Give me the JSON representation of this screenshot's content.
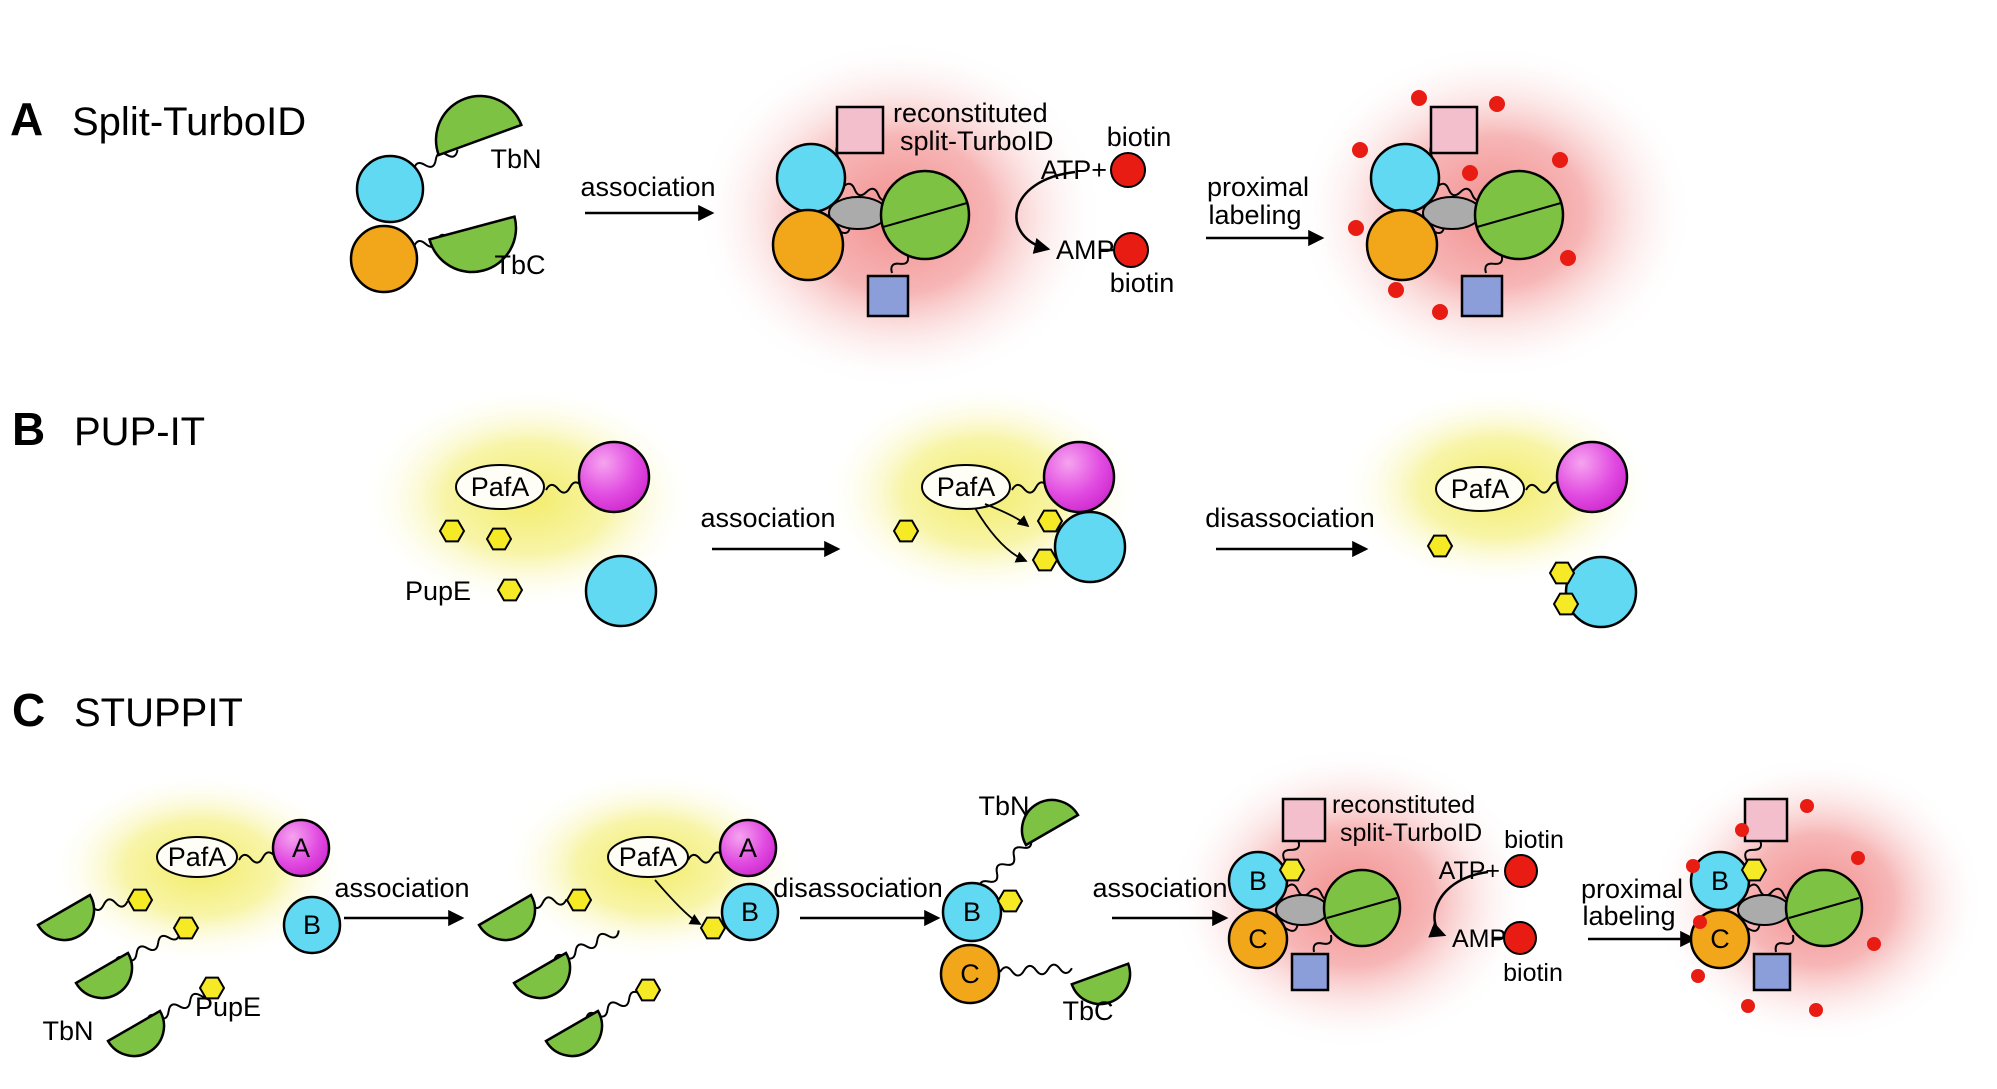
{
  "figure": {
    "panels": [
      {
        "letter": "A",
        "title": "Split-TurboID"
      },
      {
        "letter": "B",
        "title": "PUP-IT"
      },
      {
        "letter": "C",
        "title": "STUPPIT"
      }
    ]
  },
  "labels": {
    "tbn": "TbN",
    "tbc": "TbC",
    "pafa": "PafA",
    "pupe": "PupE",
    "association": "association",
    "disassociation": "disassociation",
    "reconstituted1": "reconstituted",
    "reconstituted2": "split-TurboID",
    "atp": "ATP+",
    "amp": "AMP",
    "biotin": "biotin",
    "proximal1": "proximal",
    "proximal2": "labeling"
  },
  "proteins": {
    "a": "A",
    "b": "B",
    "c": "C"
  },
  "colors": {
    "cyan": "#62d9f2",
    "orange": "#f2a71b",
    "green": "#7dc242",
    "magenta": "#e14be1",
    "magenta_light": "#f6a3ef",
    "yellow_hexagon": "#f6e926",
    "red_biotin": "#e81c13",
    "pink_square": "#f3bfcd",
    "blue_square": "#8b9ed9",
    "gray_ellipse": "#ababab",
    "red_glow": "#f07a7a",
    "yellow_glow": "#f2ec62",
    "outline": "#000000",
    "background": "#ffffff"
  }
}
